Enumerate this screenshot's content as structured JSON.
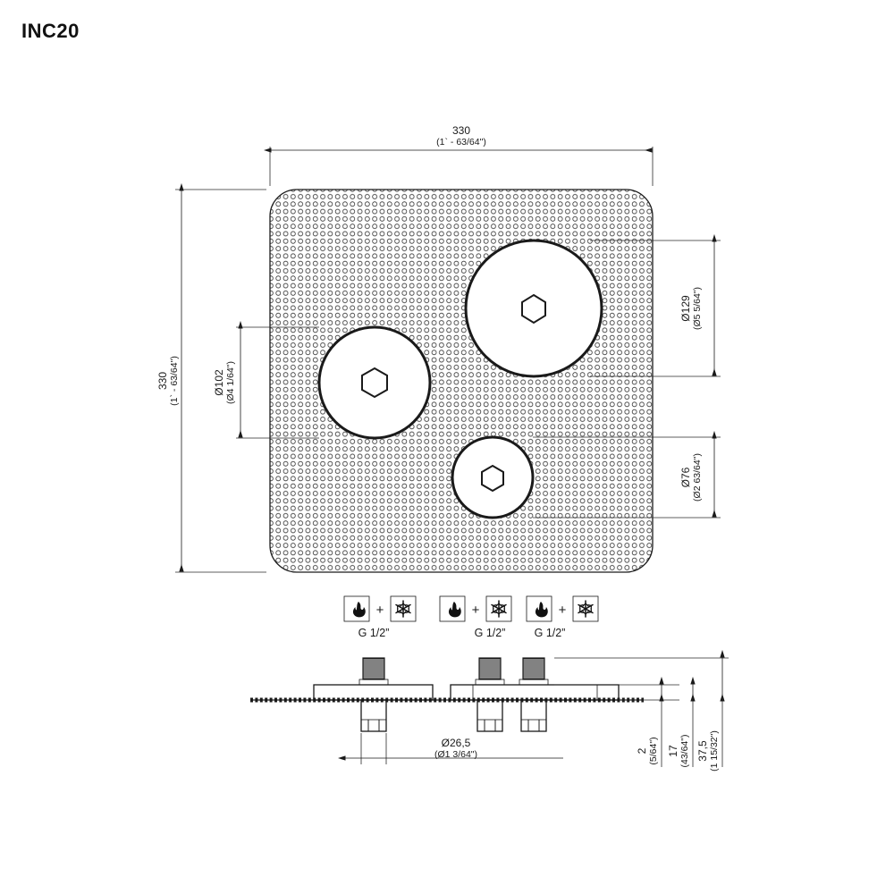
{
  "drawing": {
    "title": "INC20",
    "type": "technical-dimension-drawing",
    "units_note": "mm with imperial equivalents in parentheses"
  },
  "top_view": {
    "width_dim": {
      "value": "330",
      "imperial": "(1` - 63/64\")"
    },
    "height_dim": {
      "value": "330",
      "imperial": "(1` - 63/64\")"
    },
    "burners": [
      {
        "name": "medium-burner",
        "value": "Ø102",
        "imperial": "(Ø4 1/64\")"
      },
      {
        "name": "large-burner",
        "value": "Ø129",
        "imperial": "(Ø5 5/64\")"
      },
      {
        "name": "small-burner",
        "value": "Ø76",
        "imperial": "(Ø2 63/64\")"
      }
    ]
  },
  "connections": {
    "groups": [
      {
        "gas_icon": "flame-icon",
        "plus": "+",
        "cold_icon": "snowflake-icon",
        "label": "G 1/2”"
      },
      {
        "gas_icon": "flame-icon",
        "plus": "+",
        "cold_icon": "snowflake-icon",
        "label": "G 1/2”"
      },
      {
        "gas_icon": "flame-icon",
        "plus": "+",
        "cold_icon": "snowflake-icon",
        "label": "G 1/2”"
      }
    ]
  },
  "section_view": {
    "hole_dim": {
      "value": "Ø26,5",
      "imperial": "(Ø1 3/64\")"
    },
    "vertical_dims": [
      {
        "value": "2",
        "imperial": "(5/64\")"
      },
      {
        "value": "17",
        "imperial": "(43/64\")"
      },
      {
        "value": "37,5",
        "imperial": "(1 15/32\")"
      }
    ]
  },
  "colors": {
    "line": "#1a1a1a",
    "background": "#ffffff",
    "fill_light": "#f2f2f2"
  }
}
